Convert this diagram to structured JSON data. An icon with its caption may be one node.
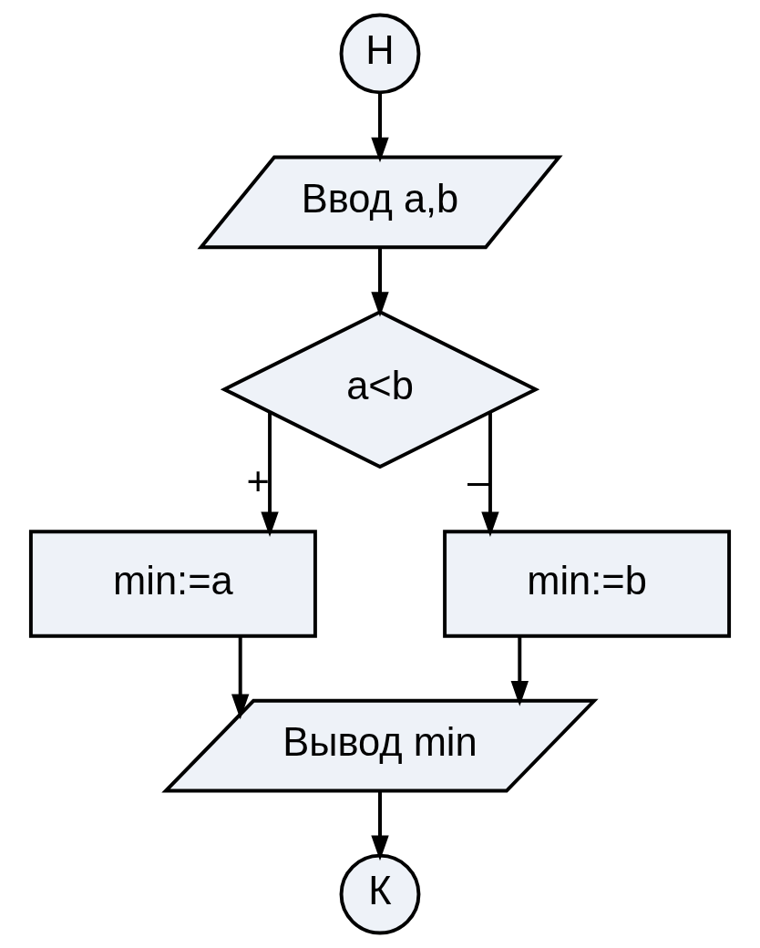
{
  "diagram": {
    "nodes": [
      {
        "text": [
          "Н"
        ]
      },
      {
        "text": [
          "Ввод a,b"
        ]
      },
      {
        "text": [
          "a<b"
        ]
      },
      {
        "text": [
          "min:=a"
        ]
      },
      {
        "text": [
          "min:=b"
        ]
      },
      {
        "text": [
          "Вывод min"
        ]
      },
      {
        "text": [
          "К"
        ]
      }
    ],
    "edges": [
      {
        "from": 0,
        "to": 1,
        "arrow": "to"
      },
      {
        "from": 1,
        "to": 2,
        "arrow": "to"
      },
      {
        "from": 2,
        "to": 3,
        "arrow": "to",
        "label": "+"
      },
      {
        "from": 2,
        "to": 4,
        "arrow": "to",
        "label": "–"
      },
      {
        "from": 3,
        "to": 5,
        "arrow": "to"
      },
      {
        "from": 4,
        "to": 5,
        "arrow": "to"
      },
      {
        "from": 5,
        "to": 6,
        "arrow": "to"
      }
    ]
  }
}
